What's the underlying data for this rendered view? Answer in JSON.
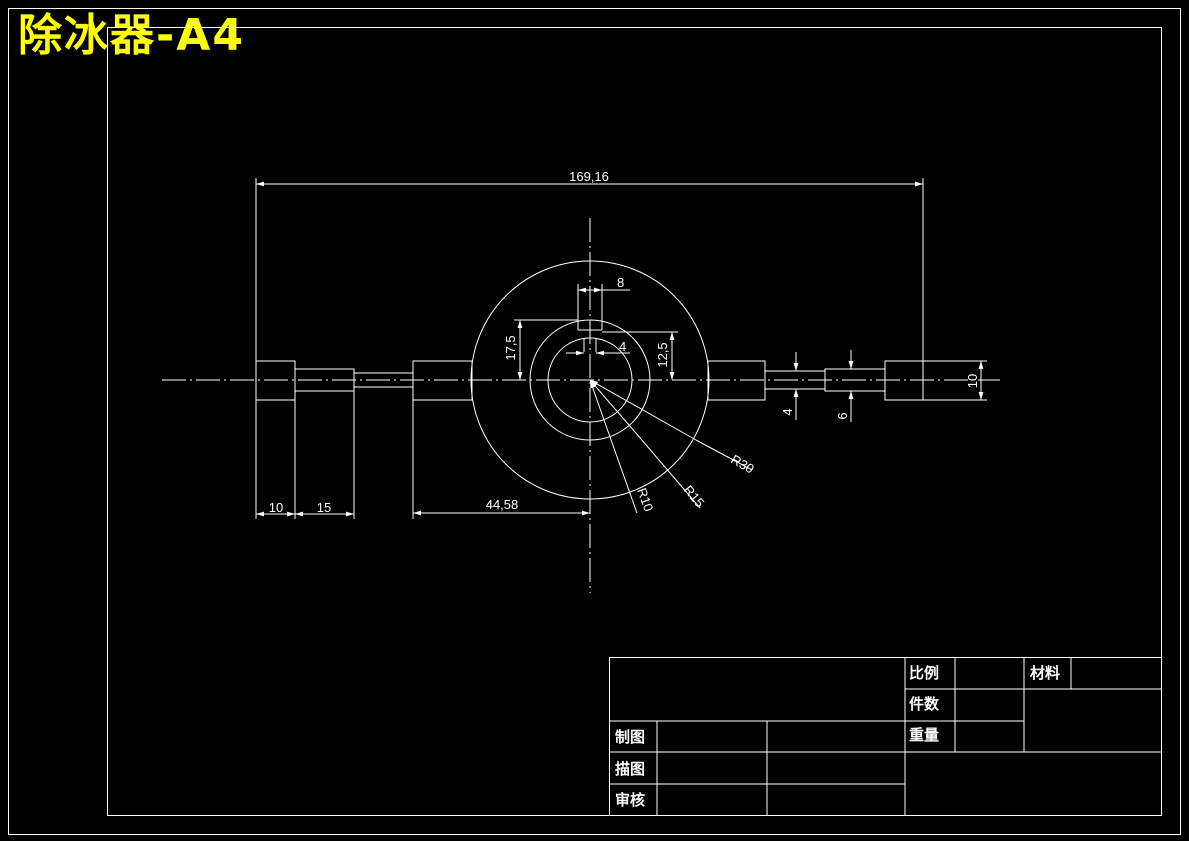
{
  "title": "除冰器-A4",
  "dimensions": {
    "overall": "169,16",
    "key_width": "8",
    "key_depth": "4",
    "h_17_5": "17,5",
    "h_12_5": "12,5",
    "offset": "44,58",
    "d10_left": "10",
    "d15_left": "15",
    "r30": "R30",
    "r15": "R15",
    "r10": "R10",
    "d4": "4",
    "d6": "6",
    "d10_right": "10"
  },
  "title_block": {
    "scale_label": "比例",
    "material_label": "材料",
    "count_label": "件数",
    "weight_label": "重量",
    "drawn_label": "制图",
    "traced_label": "描图",
    "checked_label": "审核"
  }
}
